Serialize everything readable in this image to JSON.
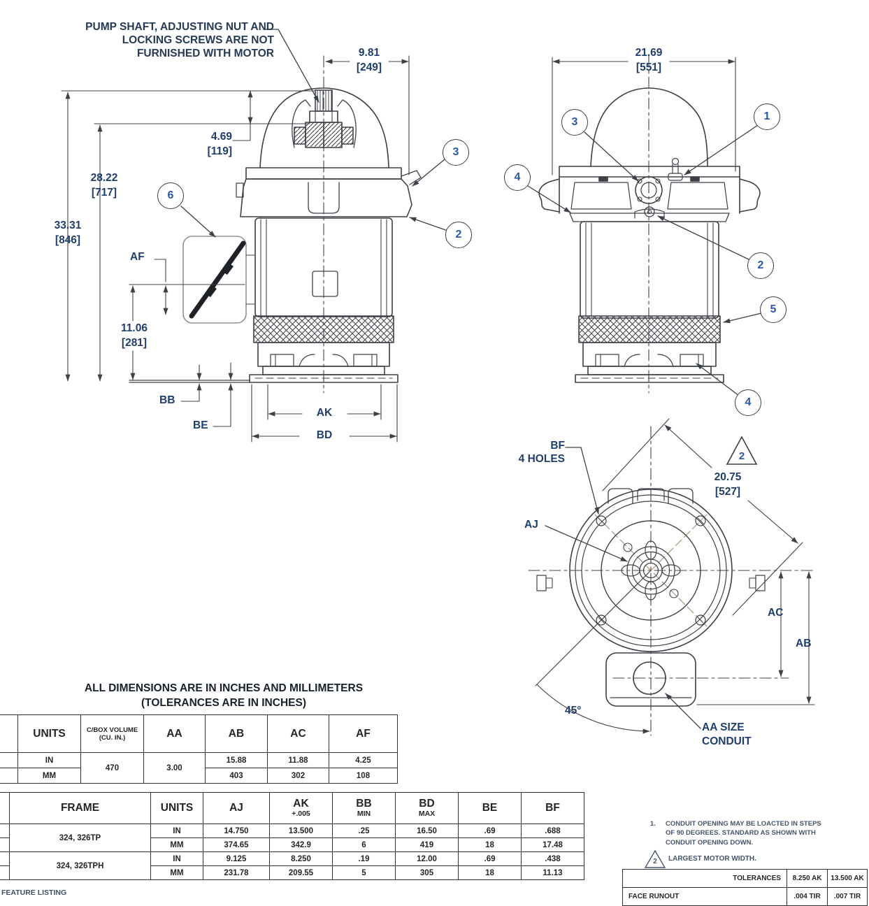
{
  "notes_top": {
    "l1": "PUMP SHAFT, ADJUSTING NUT AND",
    "l2": "LOCKING SCREWS ARE NOT",
    "l3": "FURNISHED WITH MOTOR"
  },
  "front": {
    "d981_in": "9.81",
    "d981_mm": "[249]",
    "d469_in": "4.69",
    "d469_mm": "[119]",
    "d2822_in": "28.22",
    "d2822_mm": "[717]",
    "d3331_in": "33.31",
    "d3331_mm": "[846]",
    "d1106_in": "11.06",
    "d1106_mm": "[281]",
    "af": "AF",
    "bb": "BB",
    "be": "BE",
    "ak": "AK",
    "bd": "BD",
    "b6": "6",
    "b3": "3",
    "b2": "2"
  },
  "side": {
    "d2169_in": "21.69",
    "d2169_mm": "[551]",
    "b3": "3",
    "b1": "1",
    "b4l": "4",
    "b2": "2",
    "b5": "5",
    "b4b": "4"
  },
  "bottom": {
    "bf": "BF",
    "holes": "4 HOLES",
    "aj": "AJ",
    "flag2": "2",
    "d2075_in": "20.75",
    "d2075_mm": "[527]",
    "ac": "AC",
    "ab": "AB",
    "angle": "45°",
    "aa1": "AA SIZE",
    "aa2": "CONDUIT"
  },
  "tables_note": {
    "l1": "ALL DIMENSIONS ARE IN INCHES AND MILLIMETERS",
    "l2": "(TOLERANCES ARE IN INCHES)"
  },
  "table1": {
    "units": "UNITS",
    "cbox1": "C/BOX",
    "cbox2": "VOLUME",
    "cbox3": "(CU. IN.)",
    "aa": "AA",
    "ab": "AB",
    "ac": "AC",
    "af": "AF",
    "in": "IN",
    "mm": "MM",
    "cbox_val": "470",
    "aa_val": "3.00",
    "ab_in": "15.88",
    "ab_mm": "403",
    "ac_in": "11.88",
    "ac_mm": "302",
    "af_in": "4.25",
    "af_mm": "108"
  },
  "table2": {
    "frame": "FRAME",
    "units": "UNITS",
    "aj": "AJ",
    "ak1": "AK",
    "ak2": "+.005",
    "bb1": "BB",
    "bb2": "MIN",
    "bd1": "BD",
    "bd2": "MAX",
    "be": "BE",
    "bf": "BF",
    "in": "IN",
    "mm": "MM",
    "r1_frame": "324, 326TP",
    "r1_in": [
      "14.750",
      "13.500",
      ".25",
      "16.50",
      ".69",
      ".688"
    ],
    "r1_mm": [
      "374.65",
      "342.9",
      "6",
      "419",
      "18",
      "17.48"
    ],
    "r2_frame": "324, 326TPH",
    "r2_in": [
      "9.125",
      "8.250",
      ".19",
      "12.00",
      ".69",
      ".438"
    ],
    "r2_mm": [
      "231.78",
      "209.55",
      "5",
      "305",
      "18",
      "11.13"
    ]
  },
  "footnotes": {
    "n1_num": "1.",
    "n1_l1": "CONDUIT OPENING MAY BE LOACTED IN STEPS",
    "n1_l2": "OF 90 DEGREES. STANDARD AS SHOWN WITH",
    "n1_l3": "CONDUIT OPENING DOWN.",
    "n2_flag": "2",
    "n2": "LARGEST MOTOR WIDTH."
  },
  "tol_table": {
    "label": "TOLERANCES",
    "v1": "8.250 AK",
    "v2": "13.500 AK",
    "r1_label": "FACE RUNOUT",
    "r1_v1": ".004 TIR",
    "r1_v2": ".007 TIR"
  },
  "footer": {
    "left": "FEATURE LISTING"
  },
  "colors": {
    "line": "#3c4147",
    "dim_text": "#1f3e6c",
    "balloon_text": "#2b57a8",
    "tan_centerline": "#b2967a"
  }
}
